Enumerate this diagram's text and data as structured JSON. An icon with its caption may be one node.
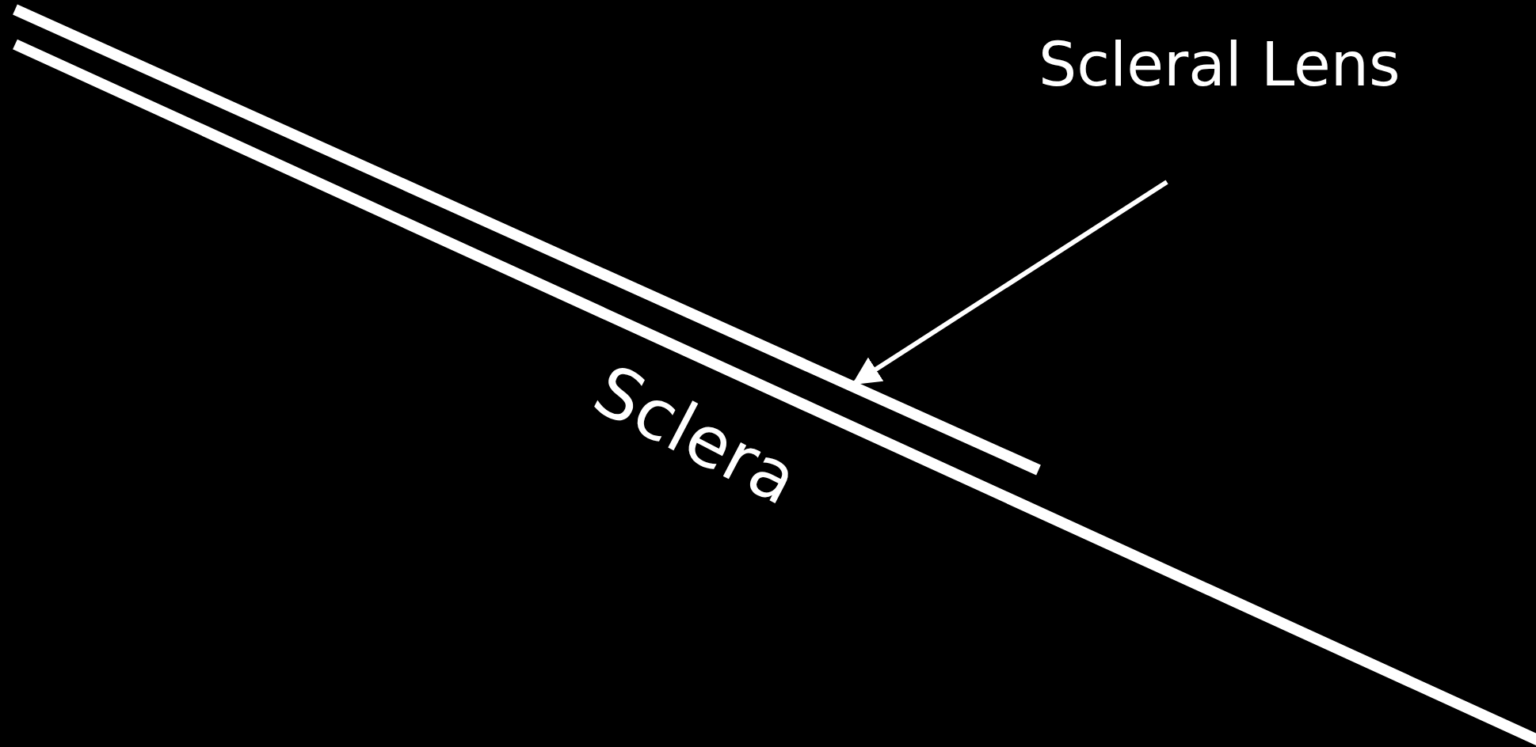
{
  "diagram": {
    "nodes": [
      {
        "text": [
          "Scleral Lens"
        ]
      },
      {
        "text": [],
        "shape": "bar"
      }
    ],
    "edges": [
      {
        "from": 0,
        "to": 1,
        "arrow": "to"
      }
    ],
    "labels": [
      "Sclera"
    ]
  }
}
